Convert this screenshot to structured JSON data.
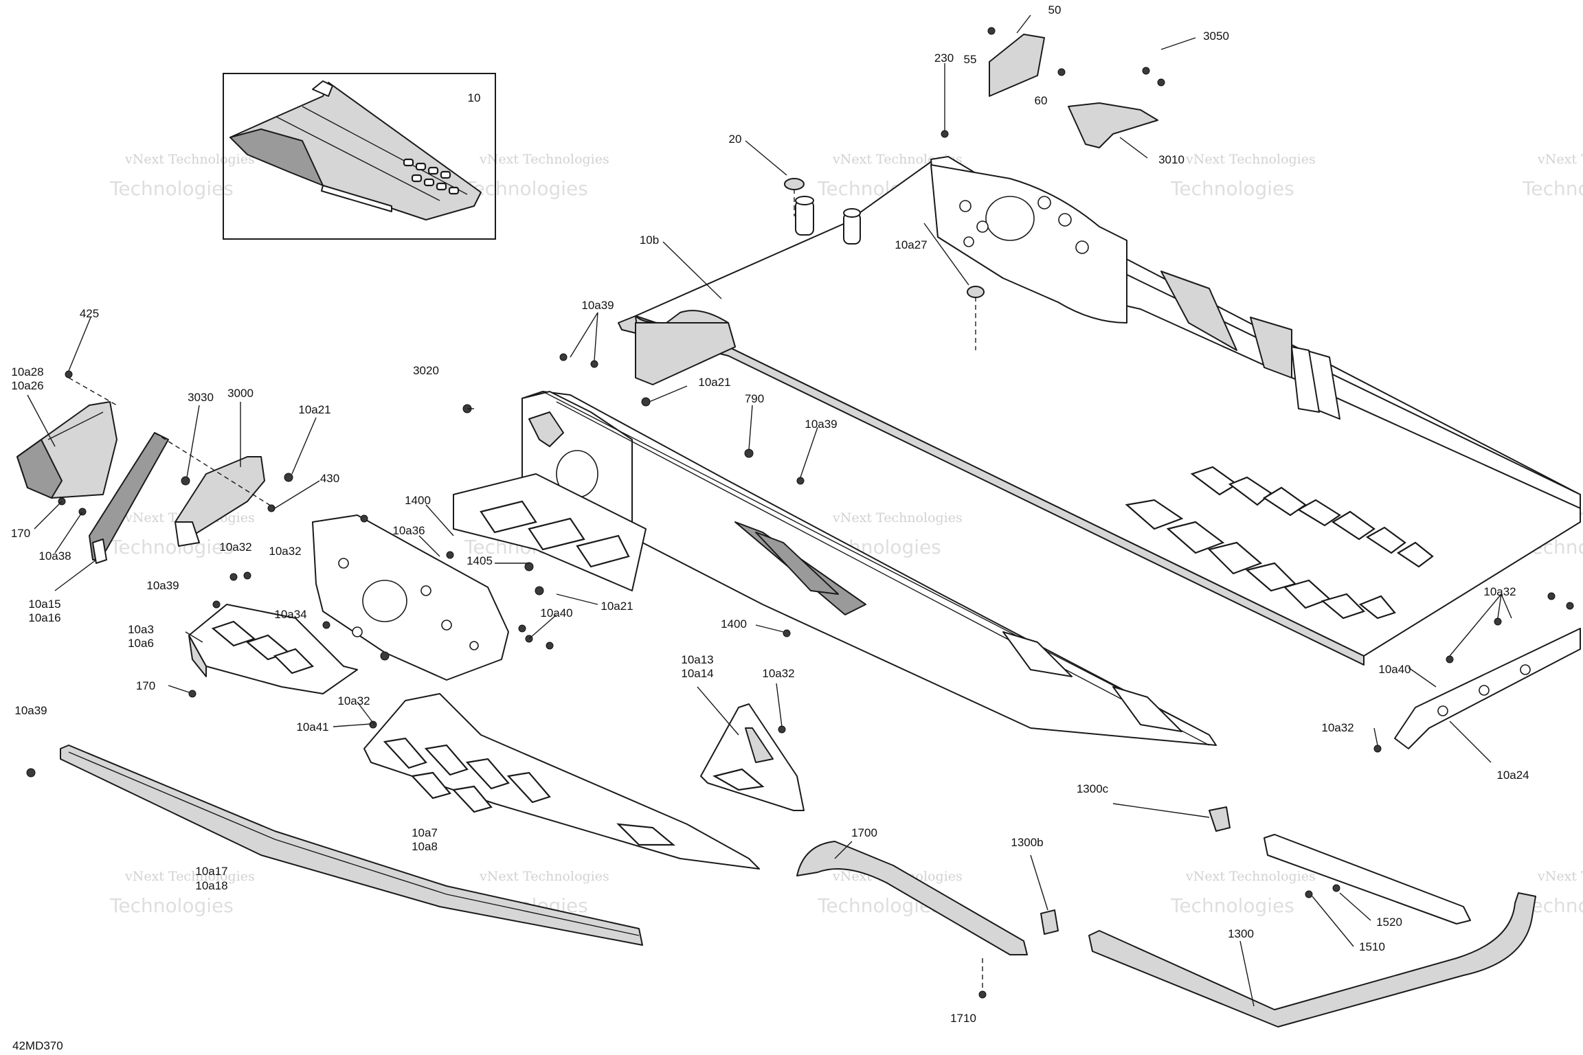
{
  "diagram_id": "42MD370",
  "inset_label": "10",
  "watermark": {
    "line1": "vNext Technologies",
    "line2": "Technologies"
  },
  "callouts": {
    "c50": "50",
    "c3050": "3050",
    "c230": "230",
    "c55": "55",
    "c60": "60",
    "c3010": "3010",
    "c20": "20",
    "c10b": "10b",
    "c10a27": "10a27",
    "c425": "425",
    "c10a28": "10a28",
    "c10a26": "10a26",
    "c3030": "3030",
    "c3000": "3000",
    "c10a21_a": "10a21",
    "c430": "430",
    "c170_a": "170",
    "c10a38": "10a38",
    "c10a15": "10a15",
    "c10a16": "10a16",
    "c10a39_a": "10a39",
    "c3020": "3020",
    "c10a21_b": "10a21",
    "c790": "790",
    "c10a39_b": "10a39",
    "c1400_a": "1400",
    "c10a36": "10a36",
    "c1405": "1405",
    "c10a21_c": "10a21",
    "c10a32_a": "10a32",
    "c10a32_b": "10a32",
    "c10a39_c": "10a39",
    "c10a34": "10a34",
    "c10a40_a": "10a40",
    "c10a3": "10a3",
    "c10a6": "10a6",
    "c170_b": "170",
    "c10a32_c": "10a32",
    "c10a41": "10a41",
    "c10a39_d": "10a39",
    "c1400_b": "1400",
    "c10a13": "10a13",
    "c10a14": "10a14",
    "c10a32_d": "10a32",
    "c10a7": "10a7",
    "c10a8": "10a8",
    "c10a17": "10a17",
    "c10a18": "10a18",
    "c1700": "1700",
    "c1300c": "1300c",
    "c1300b": "1300b",
    "c1300": "1300",
    "c1520": "1520",
    "c1510": "1510",
    "c1710": "1710",
    "c10a32_e": "10a32",
    "c10a40_b": "10a40",
    "c10a32_f": "10a32",
    "c10a24": "10a24"
  }
}
